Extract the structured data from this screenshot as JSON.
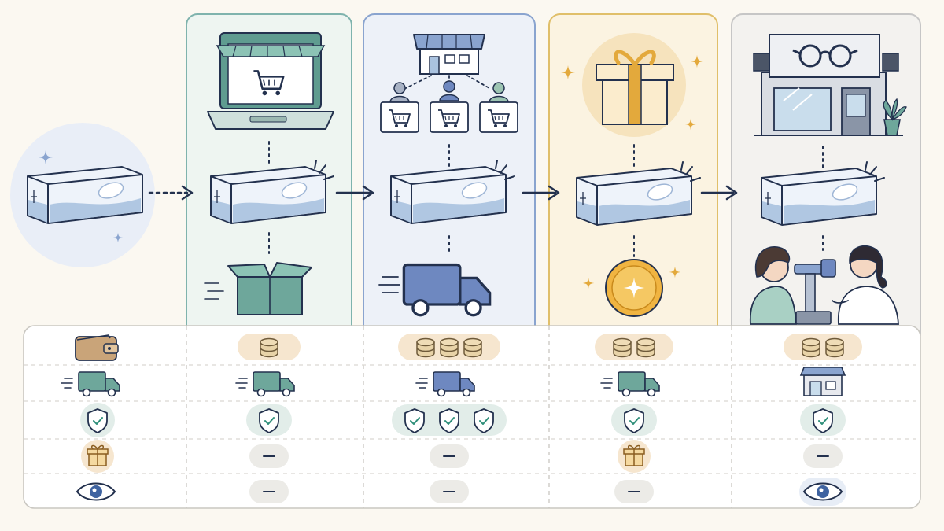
{
  "colors": {
    "background": "#fbf8f1",
    "ink": "#23314e",
    "box_blue": "#a9c2df",
    "box_fill": "#eef3fa",
    "online_border": "#7fb3ad",
    "online_fill": "#eef5f1",
    "marketplace_border": "#8aa4cf",
    "marketplace_fill": "#edf1f8",
    "subscription_border": "#e0bf6a",
    "subscription_fill": "#fbf3e1",
    "optician_border": "#c6c6c6",
    "optician_fill": "#f3f2ef",
    "teal_icon": "#6ea79b",
    "blue_icon": "#6e88c0",
    "gold_icon": "#e3a93c",
    "coin_fill": "#e8d3a8",
    "coin_pill": "#f6e6cf",
    "shield_pill": "#e2ede9",
    "dash_pill": "#ecebe7",
    "eye_blue": "#3f63a0"
  },
  "flow": [
    {
      "id": "source",
      "icons": [
        "sparkle-icon",
        "lens-box-icon"
      ]
    },
    {
      "id": "online",
      "icons": [
        "laptop-shop-icon",
        "cart-icon",
        "lens-box-icon",
        "open-parcel-icon"
      ]
    },
    {
      "id": "marketplace",
      "icons": [
        "storefront-icon",
        "seller-icon",
        "cart-icon",
        "lens-box-icon",
        "delivery-truck-icon"
      ]
    },
    {
      "id": "subscription",
      "icons": [
        "gift-box-icon",
        "sparkle-icon",
        "lens-box-icon",
        "gold-coin-icon"
      ]
    },
    {
      "id": "optician",
      "icons": [
        "optician-store-icon",
        "glasses-icon",
        "plant-icon",
        "lens-box-icon",
        "eye-exam-icon"
      ]
    }
  ],
  "comparison": {
    "row_icons": [
      "wallet-icon",
      "truck-icon",
      "shield-check-icon",
      "gift-icon",
      "eye-icon"
    ],
    "columns": [
      {
        "id": "online",
        "cost_coins": 1,
        "delivery": "truck",
        "shields": 1,
        "gift": false,
        "eye_exam": false
      },
      {
        "id": "marketplace",
        "cost_coins": 3,
        "delivery": "truck",
        "shields": 3,
        "gift": false,
        "eye_exam": false
      },
      {
        "id": "subscription",
        "cost_coins": 2,
        "delivery": "truck",
        "shields": 1,
        "gift": true,
        "eye_exam": false
      },
      {
        "id": "optician",
        "cost_coins": 2,
        "delivery": "store",
        "shields": 1,
        "gift": false,
        "eye_exam": true
      }
    ]
  }
}
